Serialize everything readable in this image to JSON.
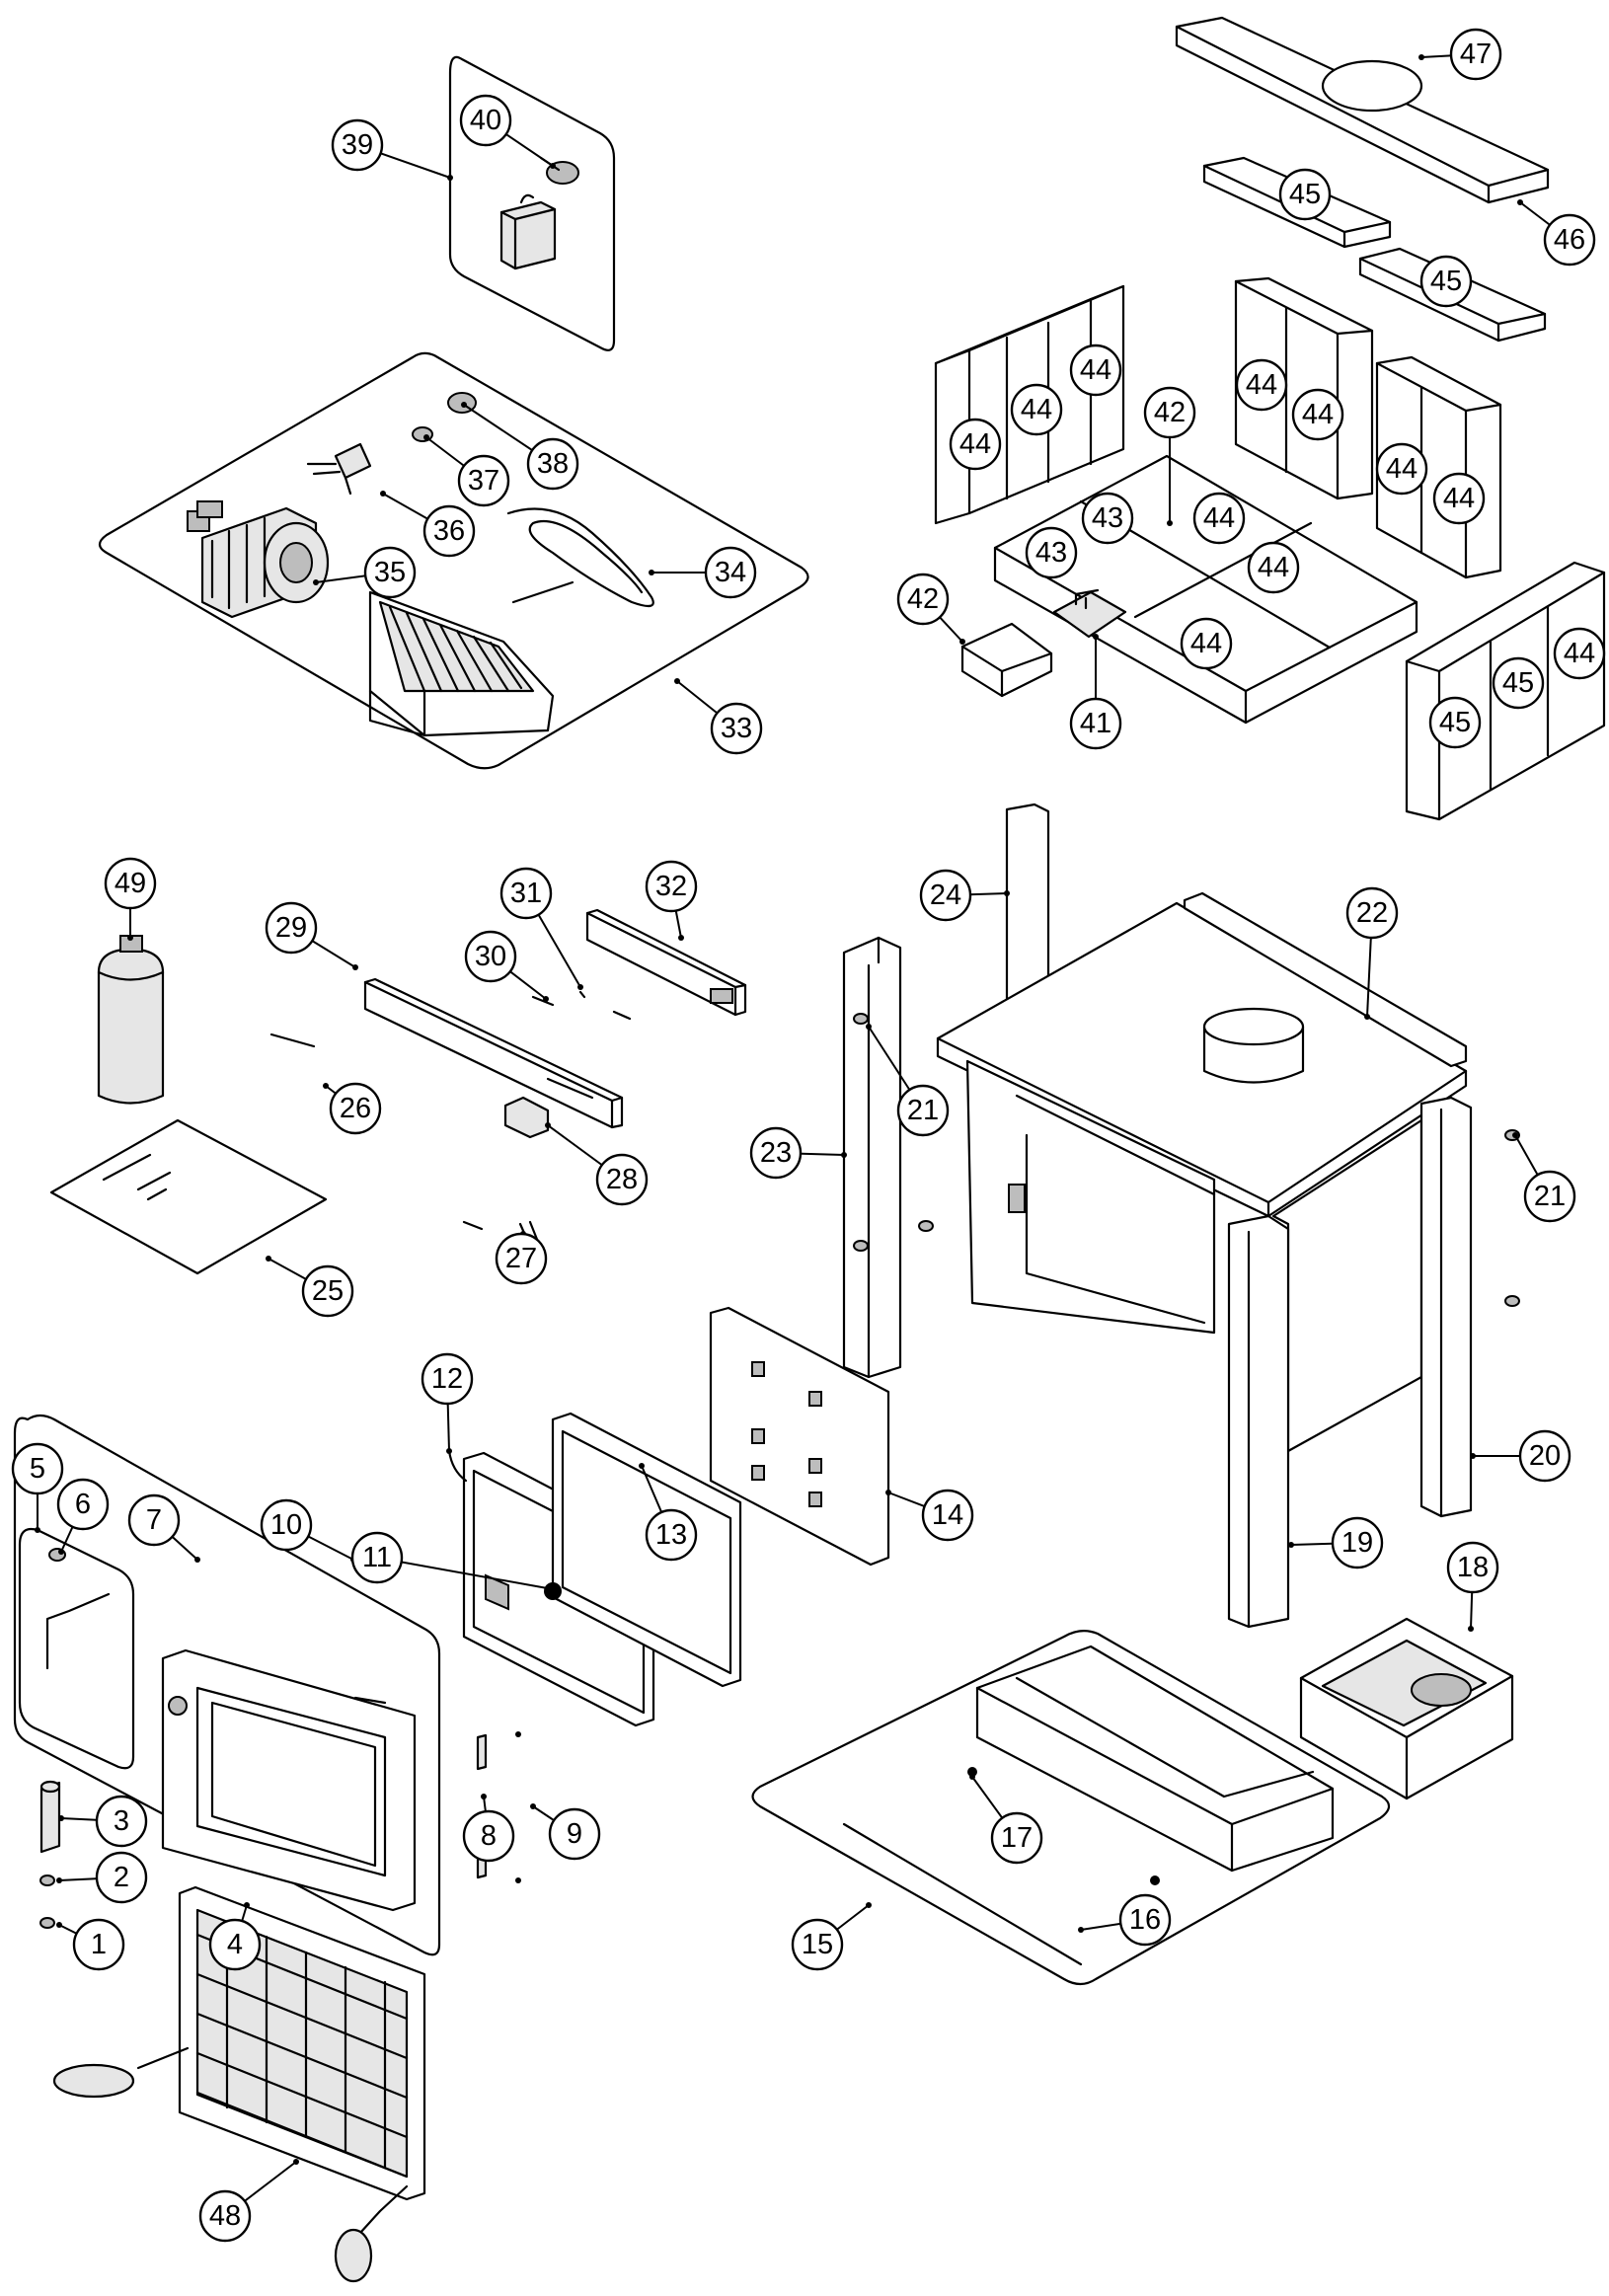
{
  "callouts": [
    {
      "id": "c1",
      "label": "1"
    },
    {
      "id": "c2",
      "label": "2"
    },
    {
      "id": "c3",
      "label": "3"
    },
    {
      "id": "c4",
      "label": "4"
    },
    {
      "id": "c5",
      "label": "5"
    },
    {
      "id": "c6",
      "label": "6"
    },
    {
      "id": "c7",
      "label": "7"
    },
    {
      "id": "c8",
      "label": "8"
    },
    {
      "id": "c9",
      "label": "9"
    },
    {
      "id": "c10",
      "label": "10"
    },
    {
      "id": "c11",
      "label": "11"
    },
    {
      "id": "c12",
      "label": "12"
    },
    {
      "id": "c13",
      "label": "13"
    },
    {
      "id": "c14",
      "label": "14"
    },
    {
      "id": "c15",
      "label": "15"
    },
    {
      "id": "c16",
      "label": "16"
    },
    {
      "id": "c17",
      "label": "17"
    },
    {
      "id": "c18",
      "label": "18"
    },
    {
      "id": "c19",
      "label": "19"
    },
    {
      "id": "c20",
      "label": "20"
    },
    {
      "id": "c21a",
      "label": "21"
    },
    {
      "id": "c21b",
      "label": "21"
    },
    {
      "id": "c22",
      "label": "22"
    },
    {
      "id": "c23",
      "label": "23"
    },
    {
      "id": "c24",
      "label": "24"
    },
    {
      "id": "c25",
      "label": "25"
    },
    {
      "id": "c26",
      "label": "26"
    },
    {
      "id": "c27",
      "label": "27"
    },
    {
      "id": "c28",
      "label": "28"
    },
    {
      "id": "c29",
      "label": "29"
    },
    {
      "id": "c30",
      "label": "30"
    },
    {
      "id": "c31",
      "label": "31"
    },
    {
      "id": "c32",
      "label": "32"
    },
    {
      "id": "c33",
      "label": "33"
    },
    {
      "id": "c34",
      "label": "34"
    },
    {
      "id": "c35",
      "label": "35"
    },
    {
      "id": "c36",
      "label": "36"
    },
    {
      "id": "c37",
      "label": "37"
    },
    {
      "id": "c38",
      "label": "38"
    },
    {
      "id": "c39",
      "label": "39"
    },
    {
      "id": "c40",
      "label": "40"
    },
    {
      "id": "c41",
      "label": "41"
    },
    {
      "id": "c42a",
      "label": "42"
    },
    {
      "id": "c42b",
      "label": "42"
    },
    {
      "id": "c43a",
      "label": "43"
    },
    {
      "id": "c43b",
      "label": "43"
    },
    {
      "id": "c44a",
      "label": "44"
    },
    {
      "id": "c44b",
      "label": "44"
    },
    {
      "id": "c44c",
      "label": "44"
    },
    {
      "id": "c44d",
      "label": "44"
    },
    {
      "id": "c44e",
      "label": "44"
    },
    {
      "id": "c44f",
      "label": "44"
    },
    {
      "id": "c44g",
      "label": "44"
    },
    {
      "id": "c44h",
      "label": "44"
    },
    {
      "id": "c44i",
      "label": "44"
    },
    {
      "id": "c44j",
      "label": "44"
    },
    {
      "id": "c44k",
      "label": "44"
    },
    {
      "id": "c44l",
      "label": "44"
    },
    {
      "id": "c45a",
      "label": "45"
    },
    {
      "id": "c45b",
      "label": "45"
    },
    {
      "id": "c45c",
      "label": "45"
    },
    {
      "id": "c45d",
      "label": "45"
    },
    {
      "id": "c46",
      "label": "46"
    },
    {
      "id": "c47",
      "label": "47"
    },
    {
      "id": "c48",
      "label": "48"
    },
    {
      "id": "c49",
      "label": "49"
    }
  ]
}
